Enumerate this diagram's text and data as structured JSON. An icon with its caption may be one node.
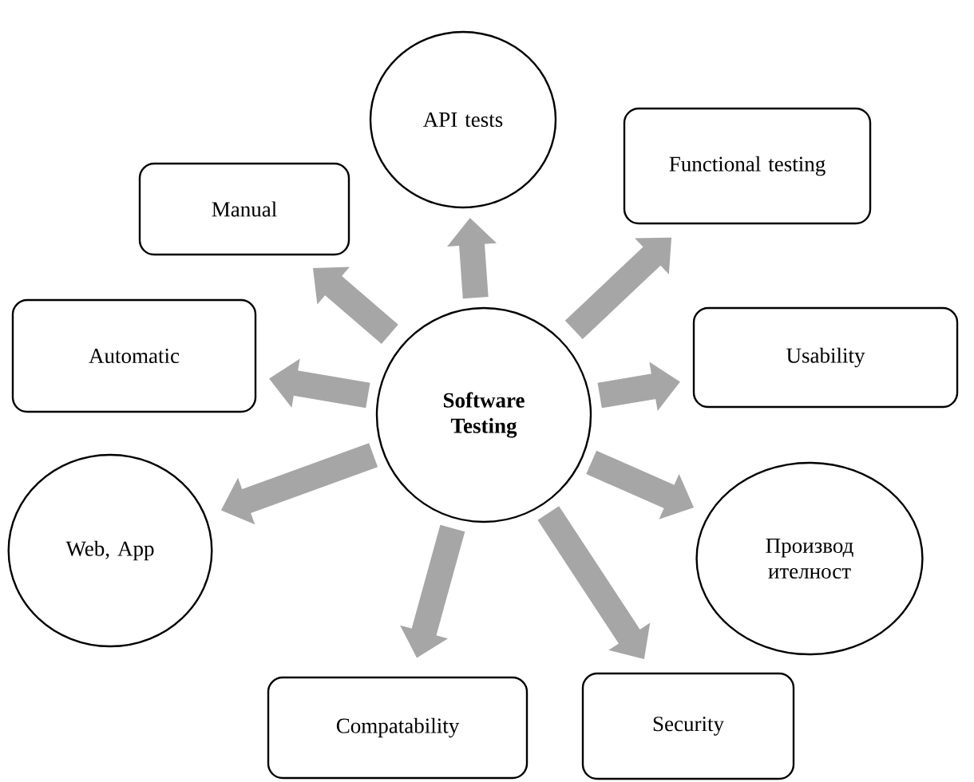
{
  "diagram": {
    "nodes": [
      {
        "text": [
          "**Software Testing**"
        ]
      },
      {
        "text": [
          "API tests"
        ]
      },
      {
        "text": [
          "Functional testing"
        ]
      },
      {
        "text": [
          "Usability"
        ]
      },
      {
        "text": [
          "Производ ителност"
        ]
      },
      {
        "text": [
          "Security"
        ]
      },
      {
        "text": [
          "Compatability"
        ]
      },
      {
        "text": [
          "Web, App"
        ]
      },
      {
        "text": [
          "Automatic"
        ]
      },
      {
        "text": [
          "Manual"
        ]
      }
    ],
    "edges": [
      {
        "from": 0,
        "to": 1,
        "arrow": "to"
      },
      {
        "from": 0,
        "to": 2,
        "arrow": "to"
      },
      {
        "from": 0,
        "to": 3,
        "arrow": "to"
      },
      {
        "from": 0,
        "to": 4,
        "arrow": "to"
      },
      {
        "from": 0,
        "to": 5,
        "arrow": "to"
      },
      {
        "from": 0,
        "to": 6,
        "arrow": "to"
      },
      {
        "from": 0,
        "to": 7,
        "arrow": "to"
      },
      {
        "from": 0,
        "to": 8,
        "arrow": "to"
      },
      {
        "from": 0,
        "to": 9,
        "arrow": "to"
      }
    ]
  }
}
